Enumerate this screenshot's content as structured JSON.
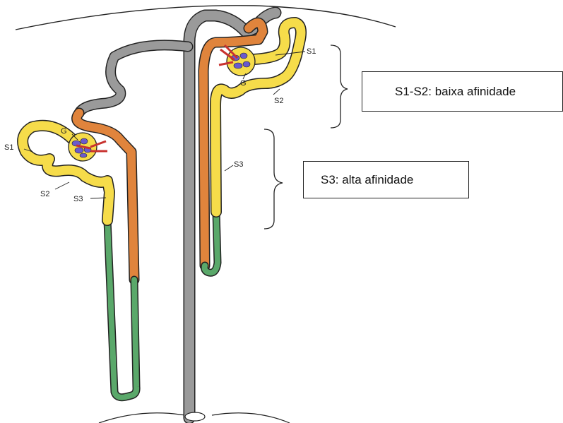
{
  "labels": {
    "s1": "S1",
    "s2": "S2",
    "s3": "S3",
    "g": "G"
  },
  "annotations": {
    "s1_s2": "S1-S2: baixa afinidade",
    "s3": "S3: alta afinidade"
  },
  "colors": {
    "proximal_tubule": "#f6dc4a",
    "distal_tubule": "#e0843c",
    "collecting_duct": "#9a9a9a",
    "thin_limb": "#5aa86a",
    "glomerulus_capillaries": "#6a5acd",
    "arterioles": "#c8322f",
    "outline": "#222222"
  }
}
